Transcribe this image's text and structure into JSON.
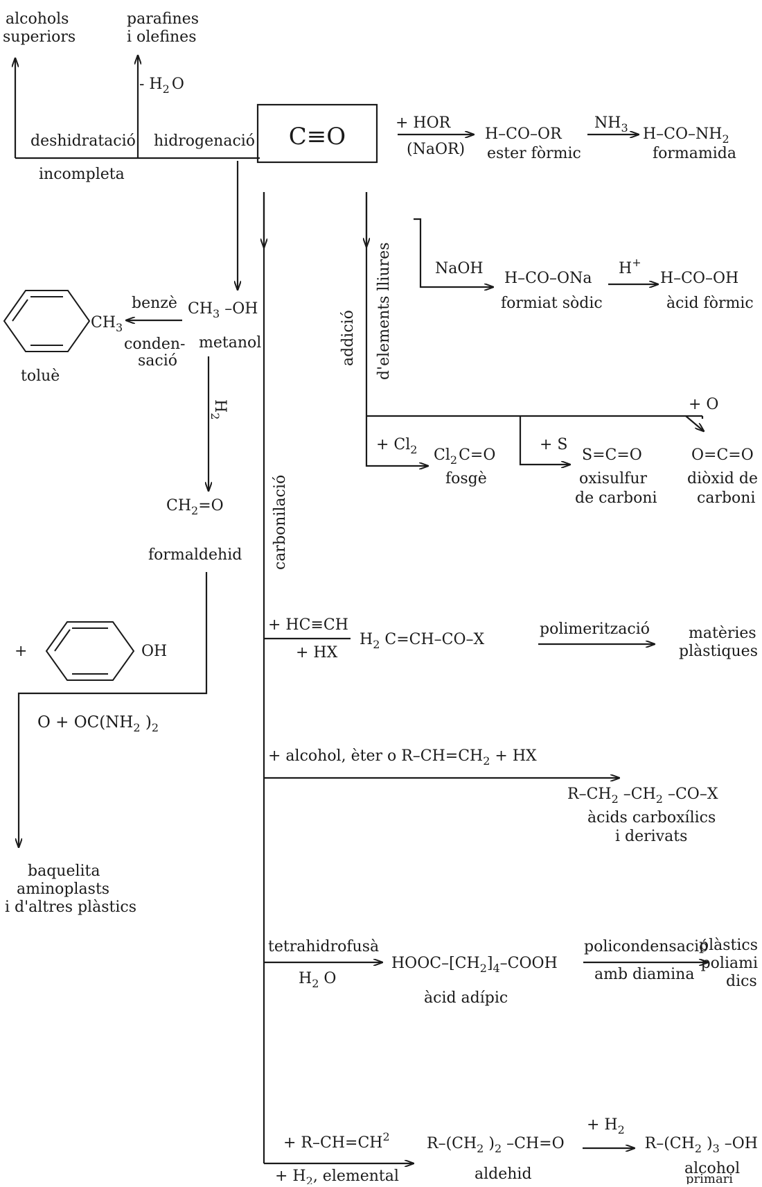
{
  "center": {
    "formula": "C≡O"
  },
  "top_left": {
    "alcohols": [
      "alcohols",
      "superiors"
    ],
    "paraffins": [
      "parafines",
      "i olefines"
    ],
    "minus_water": "- H",
    "minus_water_sub": "2",
    "minus_water_end": "O",
    "dehydration": "deshidratació",
    "hydrogenation": "hidrogenació",
    "incomplete": "incompleta"
  },
  "formic_ester": {
    "reagent_top": "+ HOR",
    "reagent_bottom": "(NaOR)",
    "ester_formula": "H–CO–OR",
    "ester_name": "ester fòrmic",
    "nh3": "NH",
    "nh3_sub": "3",
    "amide_formula": "H–CO–NH",
    "amide_sub": "2",
    "amide_name": "formamida"
  },
  "formic_acid": {
    "naoh": "NaOH",
    "formate_formula": "H–CO–ONa",
    "formate_name": "formiat sòdic",
    "hplus": "H",
    "hplus_sup": "+",
    "acid_formula": "H–CO–OH",
    "acid_name": "àcid fòrmic"
  },
  "free_elements": {
    "label_1": "addició",
    "label_2": "d'elements lliures",
    "cl2": "+ Cl",
    "cl2_sub": "2",
    "phosgene_a": "Cl",
    "phosgene_sub": "2",
    "phosgene_b": "C=O",
    "phosgene_name": "fosgè",
    "sulfur": "+ S",
    "cos_formula": "S=C=O",
    "cos_name": [
      "oxisulfur",
      "de carboni"
    ],
    "oxygen": "+ O",
    "co2_formula": "O=C=O",
    "co2_name": [
      "diòxid de",
      "carboni"
    ]
  },
  "methanol": {
    "benzene": "benzè",
    "formula_a": "CH",
    "formula_sub": "3",
    "formula_b": " –OH",
    "name": "metanol",
    "condensation": [
      "conden-",
      "sació"
    ],
    "toluene_ch3": "CH",
    "toluene_ch3_sub": "3",
    "toluene_name": "toluè",
    "h2": "H",
    "h2_sub": "2"
  },
  "formaldehyde": {
    "formula_a": "CH",
    "formula_sub": "2",
    "formula_b": "=O",
    "name": "formaldehid",
    "plus": "+",
    "phenol_oh": "OH",
    "urea": "O + OC(NH",
    "urea_sub": "2",
    "urea_end": " )",
    "urea_sub2": "2",
    "plastics": [
      "baquelita",
      "aminoplasts",
      "i d'altres plàstics"
    ]
  },
  "carbonylation": {
    "label": "carbonilació",
    "acetylene_top": "+ HC≡CH",
    "acetylene_bottom": "+ HX",
    "acryl_a": "H",
    "acryl_sub": "2",
    "acryl_b": " C=CH–CO–X",
    "polymerization": "polimerització",
    "plastics": [
      "matèries",
      "plàstiques"
    ],
    "alcohol_reagent_a": "+ alcohol, èter o R–CH=CH",
    "alcohol_reagent_sub": "2",
    "alcohol_reagent_b": " + HX",
    "carboxylic_a": "R–CH",
    "carboxylic_sub1": "2",
    "carboxylic_b": " –CH",
    "carboxylic_sub2": "2",
    "carboxylic_c": " –CO–X",
    "carboxylic_name": [
      "àcids carboxílics",
      "i derivats"
    ],
    "thf": "tetrahidrofusà",
    "water": "H",
    "water_sub": "2",
    "water_end": " O",
    "adipic_a": "HOOC–[CH",
    "adipic_sub1": "2",
    "adipic_b": "]",
    "adipic_sub2": "4",
    "adipic_c": "–COOH",
    "adipic_name": "àcid adípic",
    "polycondensation": "policondensació",
    "diamine": "amb diamina",
    "polyamide": [
      "plàstics",
      "poliami",
      "dics"
    ],
    "olefin_a": "+ R–CH=CH",
    "olefin_sup": "2",
    "hydrogen_a": "+ H",
    "hydrogen_sub": "2",
    "hydrogen_b": ", elemental",
    "aldehyde_a": "R–(CH",
    "aldehyde_sub": "2",
    "aldehyde_b": " )",
    "aldehyde_sub2": "2",
    "aldehyde_c": " –CH=O",
    "aldehyde_name": "aldehid",
    "h2_a": "+ H",
    "h2_sub": "2",
    "alcohol_a": "R–(CH",
    "alcohol_sub": "2",
    "alcohol_b": " )",
    "alcohol_sub2": "3",
    "alcohol_c": " –OH",
    "alcohol_name": [
      "alcohol",
      "primari"
    ]
  }
}
